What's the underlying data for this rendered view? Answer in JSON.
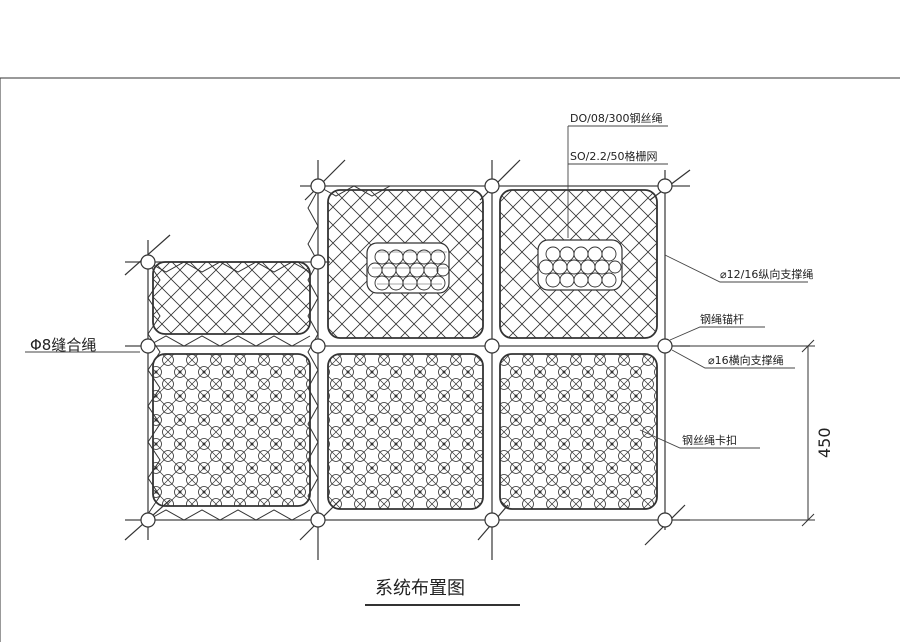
{
  "labels": {
    "rope_main": "DO/08/300钢丝绳",
    "grid_net": "SO/2.2/50格栅网",
    "longitudinal": "⌀12/16纵向支撑绳",
    "anchor": "钢绳锚杆",
    "transverse": "⌀16横向支撑绳",
    "stitch": "Φ8缝合绳",
    "clip": "钢丝绳卡扣",
    "dimension": "450",
    "title": "系统布置图"
  },
  "colors": {
    "line": "#333333",
    "background": "#ffffff"
  }
}
